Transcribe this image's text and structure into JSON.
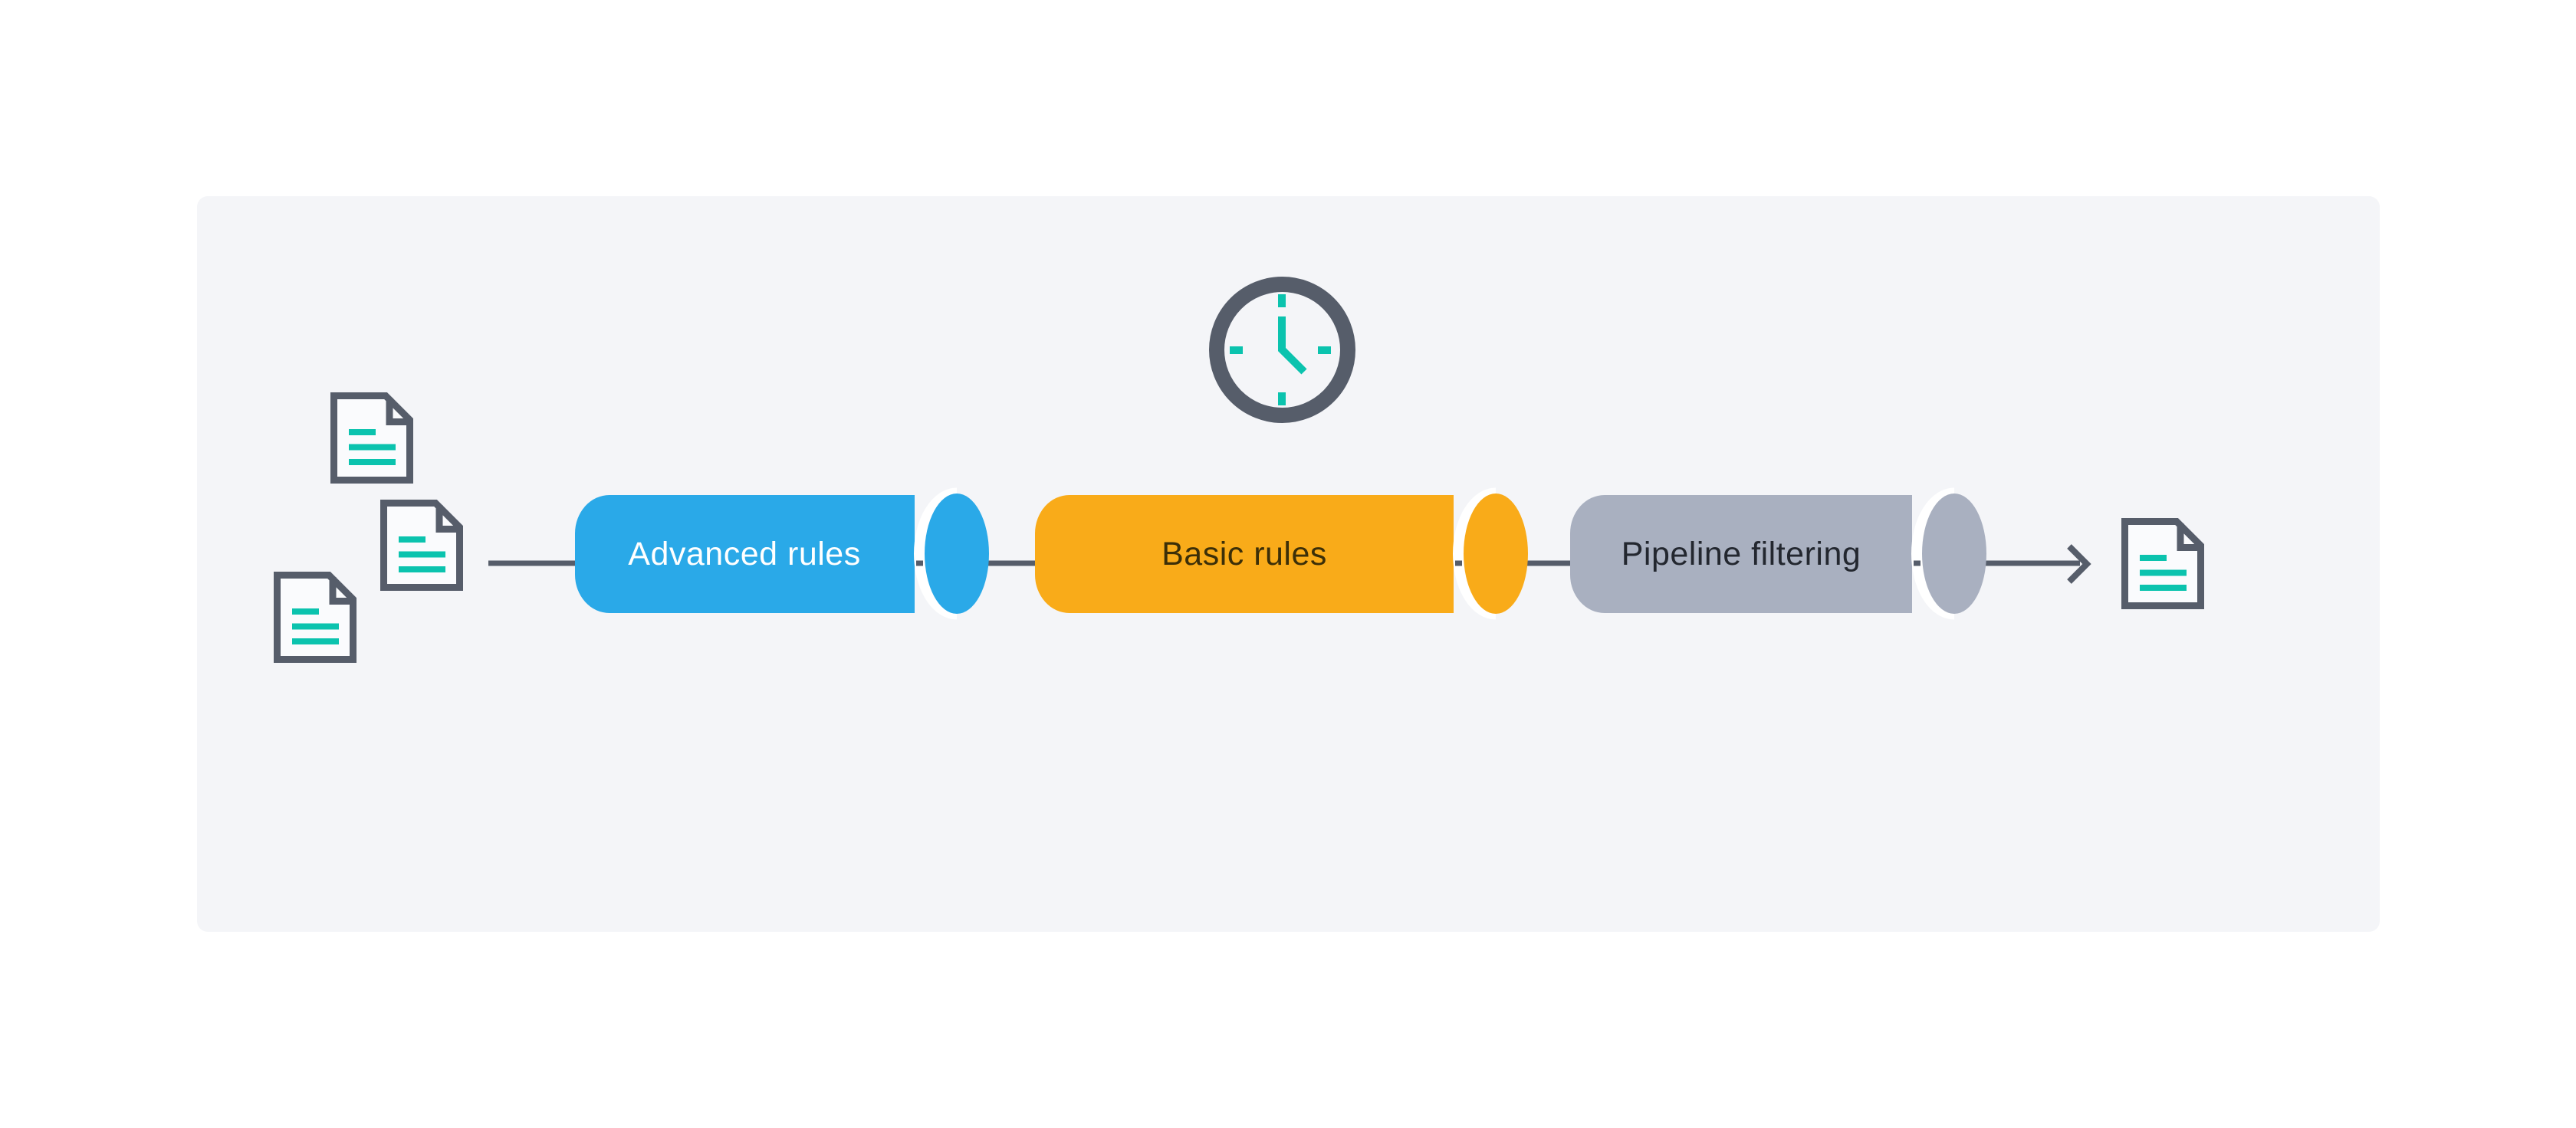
{
  "canvas": {
    "background": "#FFFFFF",
    "card_background": "#F4F5F8"
  },
  "colors": {
    "outline_dark": "#565D6A",
    "accent_teal": "#0BC3AE",
    "gap_white": "#FFFFFF",
    "doc_fill": "#FAFBFD"
  },
  "stages": [
    {
      "label": "Advanced rules",
      "color": "#2AA9E8",
      "label_color": "#FFFFFF"
    },
    {
      "label": "Basic rules",
      "color": "#F9AB19",
      "label_color": "#3C2F08"
    },
    {
      "label": "Pipeline filtering",
      "color": "#A9B0C0",
      "label_color": "#23272F"
    }
  ],
  "icons": {
    "inputs": [
      "document-icon",
      "document-icon",
      "document-icon"
    ],
    "timer": "clock-icon",
    "output": "document-icon",
    "flow": "arrow-right-icon"
  }
}
